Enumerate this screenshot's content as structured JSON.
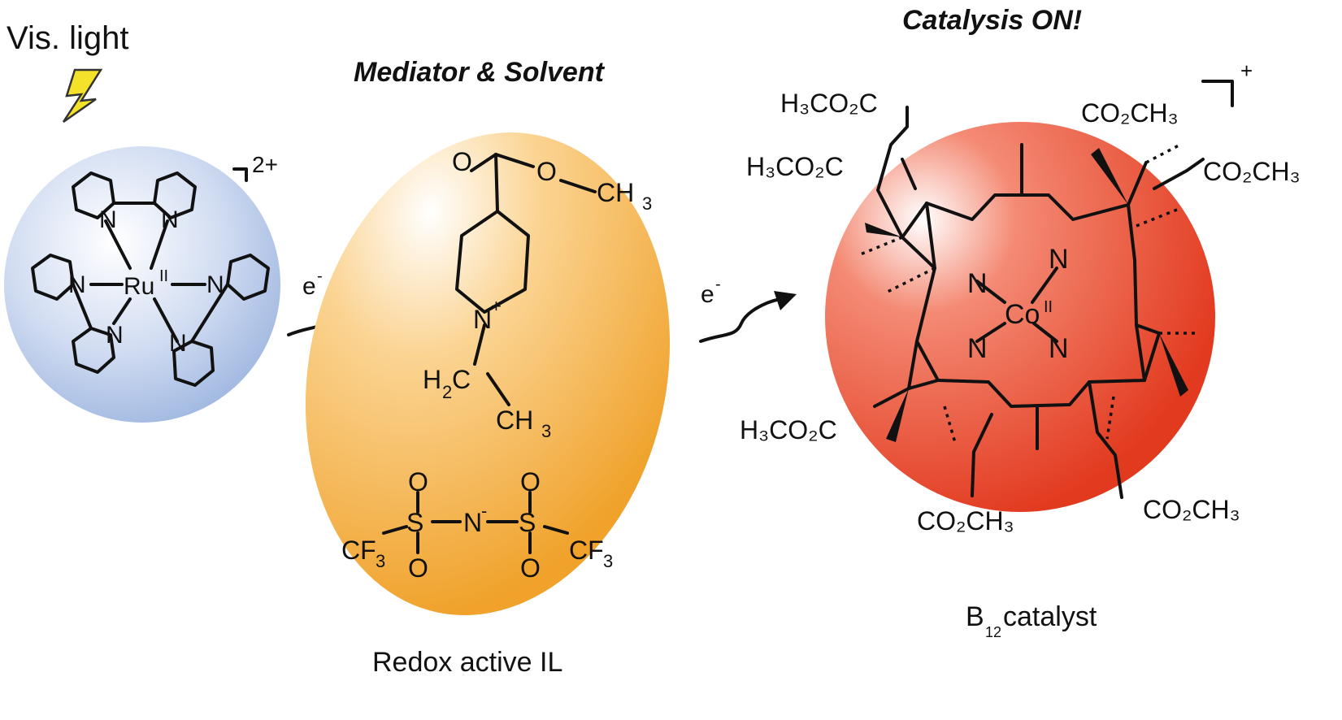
{
  "left": {
    "light_label": "Vis. light",
    "charge": "2+",
    "metal": "Ru",
    "metal_ox": "II",
    "n_atom": "N"
  },
  "middle": {
    "title": "Mediator & Solvent",
    "o_atom": "O",
    "ch3": "CH",
    "h2c": "H",
    "ring_n": "N",
    "plus": "+",
    "s_atom": "S",
    "n_anion": "N",
    "minus": "-",
    "cf3": "CF",
    "caption": "Redox active IL"
  },
  "right": {
    "title": "Catalysis ON!",
    "charge": "+",
    "metal": "Co",
    "metal_ox": "II",
    "ester_left": "H₃CO₂C",
    "ester_right": "CO₂CH₃",
    "caption_main": "B",
    "caption_sub": "12",
    "caption_rest": " catalyst"
  },
  "electron": {
    "label": "e",
    "sup": "-"
  },
  "colors": {
    "blue_sphere": "#b7c9ea",
    "orange_blob": "#f2a93a",
    "red_sphere": "#e8432c",
    "bolt": "#f4e22a"
  }
}
